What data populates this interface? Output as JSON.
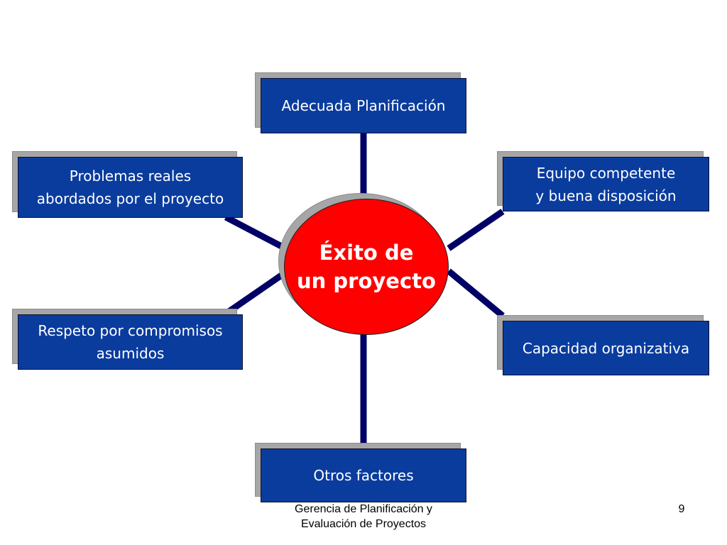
{
  "diagram": {
    "center": {
      "line1": "Éxito de",
      "line2": "un proyecto"
    },
    "nodes": {
      "top": {
        "line1": "Adecuada Planificación"
      },
      "upper_left": {
        "line1": "Problemas  reales",
        "line2": "abordados por el proyecto"
      },
      "upper_right": {
        "line1": "Equipo competente",
        "line2": "y buena disposición"
      },
      "lower_left": {
        "line1": "Respeto por compromisos",
        "line2": "asumidos"
      },
      "lower_right": {
        "line1": "Capacidad  organizativa"
      },
      "bottom": {
        "line1": "Otros factores"
      }
    }
  },
  "footer": {
    "line1": "Gerencia de Planificación y",
    "line2": "Evaluación de Proyectos",
    "page_number": "9"
  },
  "colors": {
    "box_fill": "#0a3c9e",
    "center_fill": "#ff0000",
    "connector": "#000066",
    "shadow": "#a6a6a6"
  }
}
